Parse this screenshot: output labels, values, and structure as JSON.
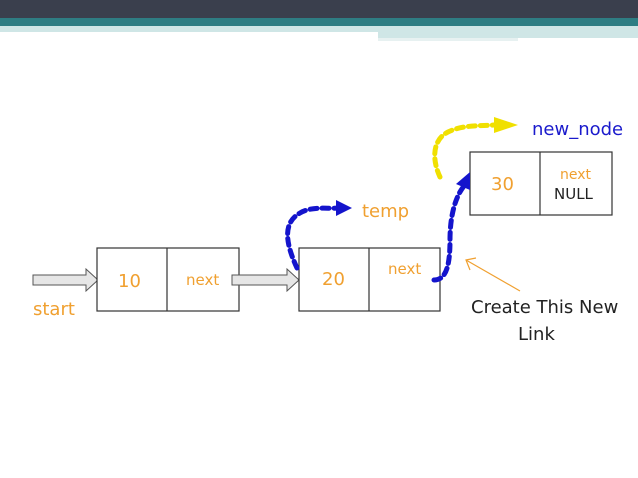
{
  "colors": {
    "header_dark": "#3a3f4d",
    "header_teal": "#2e7d83",
    "header_light_teal": "#cfe6e6",
    "box_border": "#333333",
    "orange_text": "#f0a030",
    "blue_text": "#1a1acc",
    "dark_text": "#222222",
    "blue_arrow": "#1414cc",
    "yellow_arrow": "#f0e000",
    "pointer_arrow_fill": "#e6e6e6",
    "note_arrow": "#f0a030"
  },
  "nodes": [
    {
      "value": "10",
      "field": "next",
      "field2": ""
    },
    {
      "value": "20",
      "field": "next",
      "field2": ""
    },
    {
      "value": "30",
      "field": "next",
      "field2": "NULL"
    }
  ],
  "labels": {
    "start": "start",
    "temp": "temp",
    "new_node": "new_node",
    "note_line1": "Create This New",
    "note_line2": "Link"
  }
}
